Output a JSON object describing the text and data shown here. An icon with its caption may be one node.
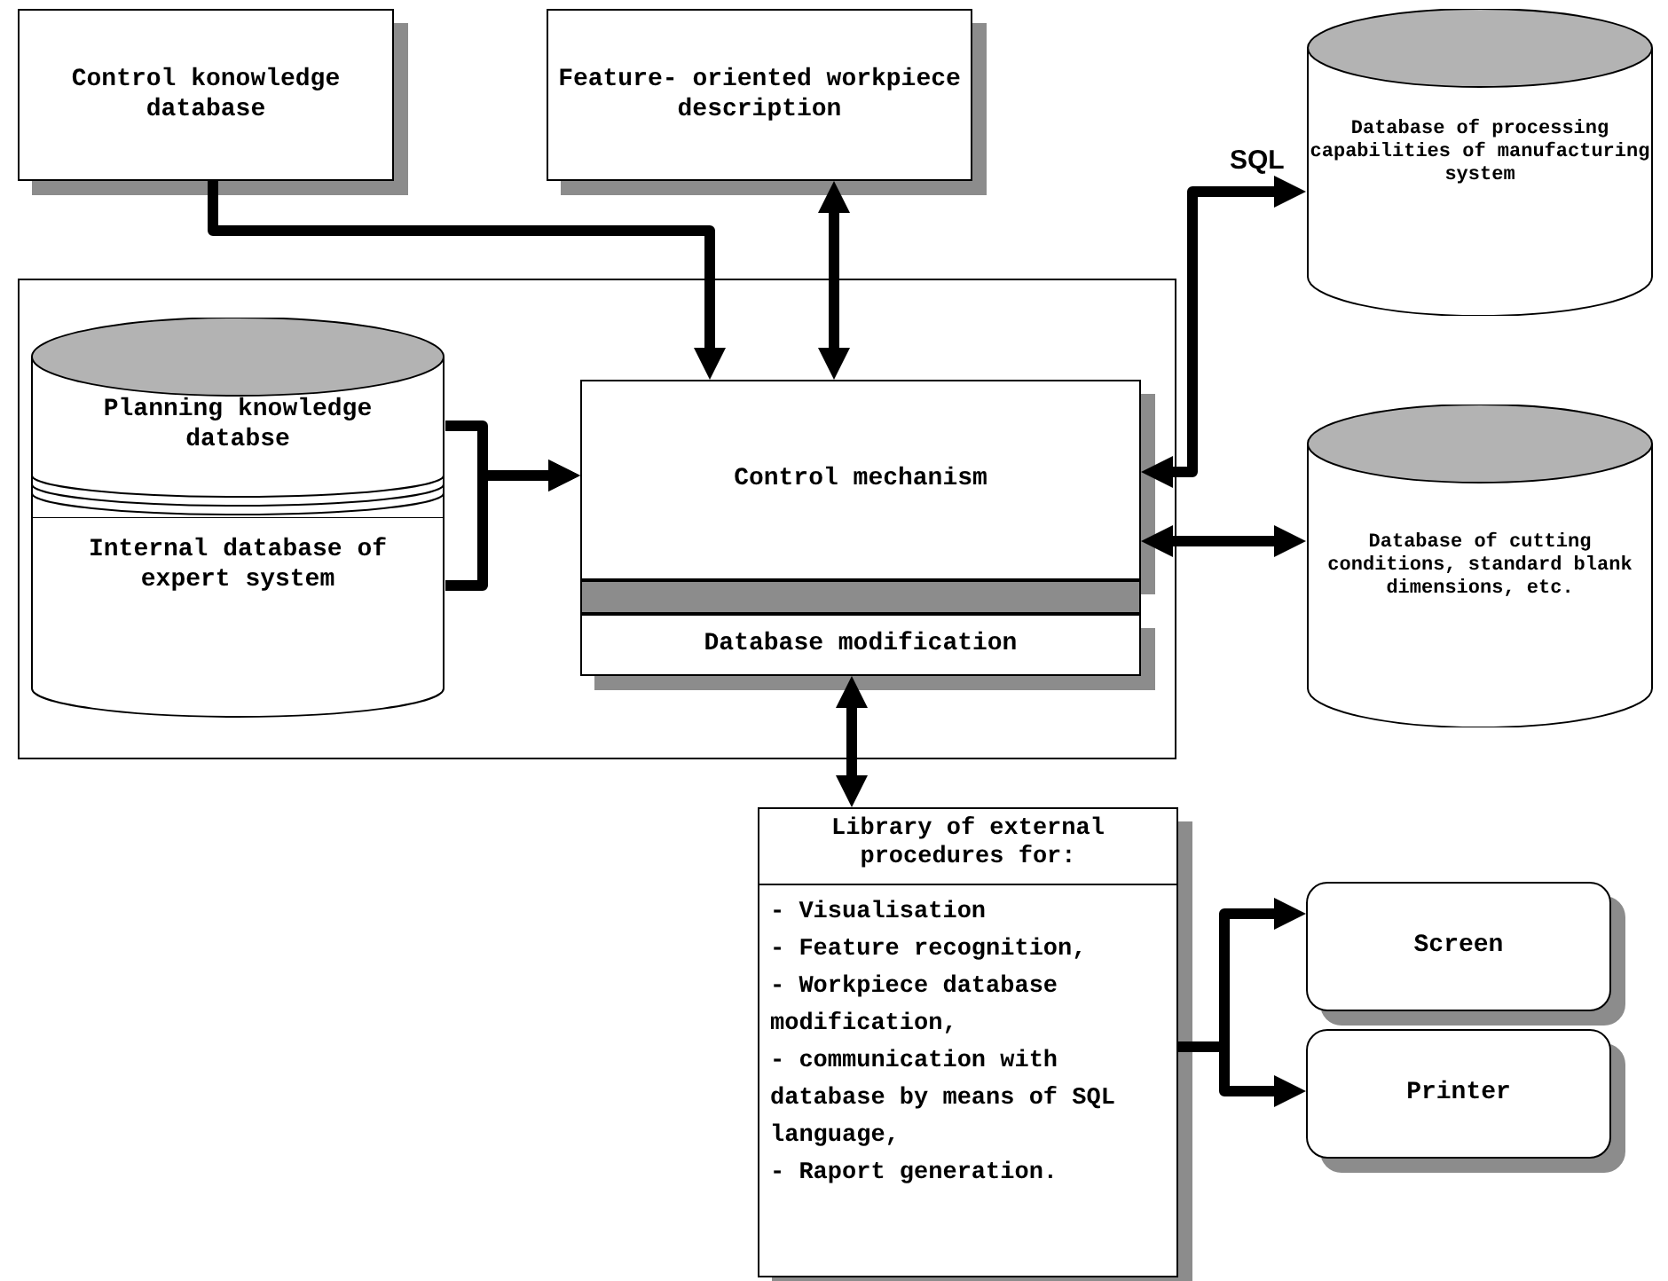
{
  "diagram": {
    "nodes": [
      {
        "text": [
          "Control konowledge database"
        ]
      },
      {
        "text": [
          "Feature- oriented workpiece description"
        ]
      },
      {
        "text": [
          "Database of processing capabilities of manufacturing system"
        ]
      },
      {
        "text": [],
        "shape": "box"
      },
      {
        "text": [
          "Planning knowledge databse"
        ],
        "in": 3
      },
      {
        "text": [
          "Internal database of expert system"
        ],
        "in": 3
      },
      {
        "text": [
          "Control mechanism"
        ],
        "in": 3
      },
      {
        "text": [
          "Database modification"
        ],
        "in": 3
      },
      {
        "text": [
          "Database of cutting conditions, standard blank dimensions, etc."
        ]
      },
      {
        "text": [
          "Library of external procedures for:",
          "- Visualisation",
          "- Feature recognition,",
          "- Workpiece database modification,",
          "- communication with database by means of SQL language,",
          "- Raport generation."
        ]
      },
      {
        "text": [
          "Screen"
        ]
      },
      {
        "text": [
          "Printer"
        ]
      },
      {
        "text": [],
        "shape": "bar",
        "in": 3
      }
    ],
    "edges": [
      {
        "from": 0,
        "to": 6,
        "arrow": "to"
      },
      {
        "from": 1,
        "to": 6,
        "arrow": "both"
      },
      {
        "from": 6,
        "to": 2,
        "arrow": "both",
        "label": "SQL"
      },
      {
        "from": 6,
        "to": 8,
        "arrow": "both"
      },
      {
        "from": 4,
        "to": 6,
        "arrow": "to"
      },
      {
        "from": 5,
        "to": 6,
        "arrow": "to"
      },
      {
        "from": 7,
        "to": 9,
        "arrow": "both"
      },
      {
        "from": 9,
        "to": 10,
        "arrow": "to"
      },
      {
        "from": 9,
        "to": 11,
        "arrow": "to"
      }
    ]
  }
}
